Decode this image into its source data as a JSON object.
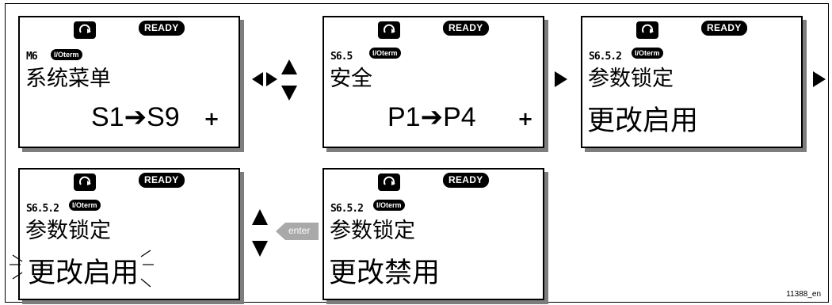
{
  "status": {
    "ready": "READY",
    "ioterm": "I/Oterm"
  },
  "panels": [
    {
      "code": "M6",
      "line1": "系统菜单",
      "range_start": "S1",
      "range_end": "S9",
      "plus": "+"
    },
    {
      "code": "S6.5",
      "line1": "安全",
      "range_start": "P1",
      "range_end": "P4",
      "plus": "+"
    },
    {
      "code": "S6.5.2",
      "line1": "参数锁定",
      "line2": "更改启用"
    },
    {
      "code": "S6.5.2",
      "line1": "参数锁定",
      "line2": "更改启用",
      "blinking": true
    },
    {
      "code": "S6.5.2",
      "line1": "参数锁定",
      "line2": "更改禁用"
    }
  ],
  "buttons": {
    "enter": "enter"
  },
  "figure_ref": "11388_en"
}
